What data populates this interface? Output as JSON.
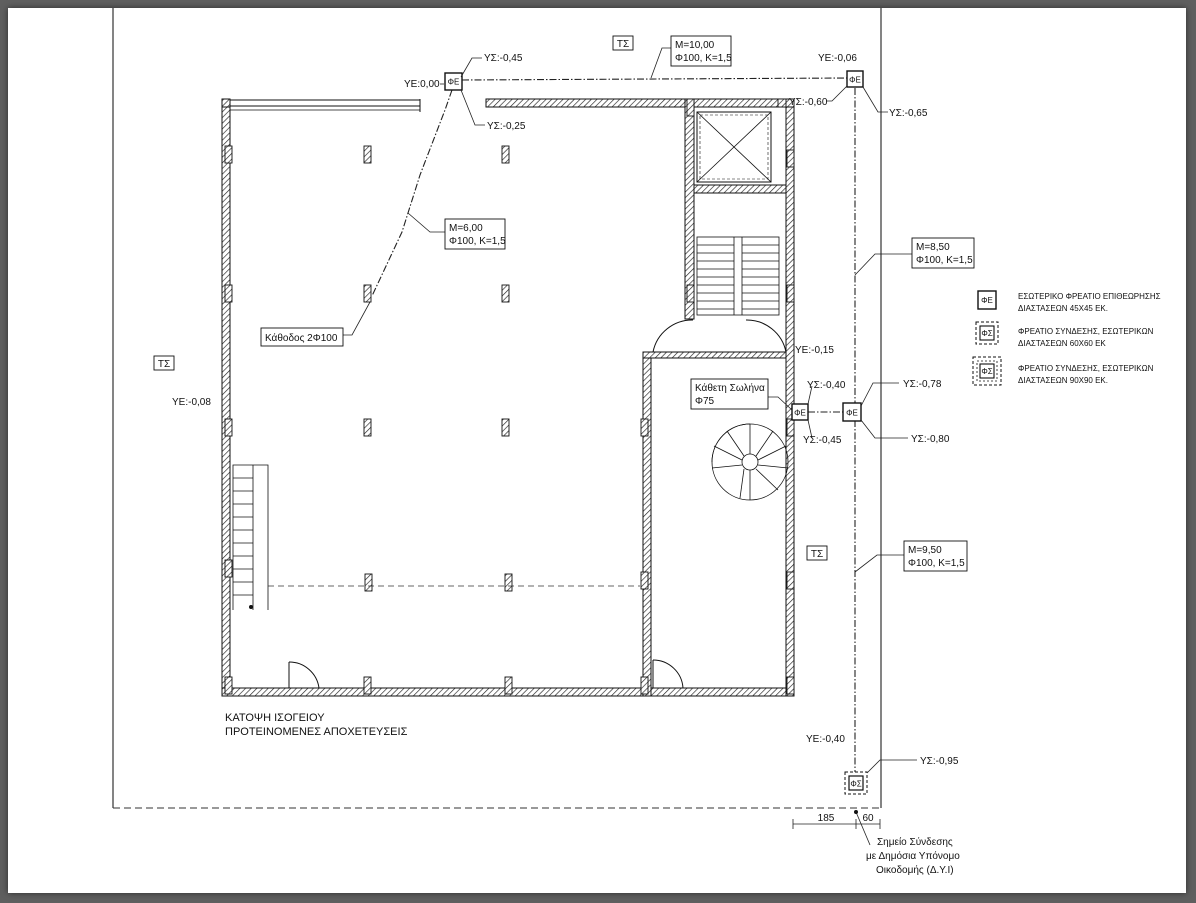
{
  "drawing": {
    "title_line1": "ΚΑΤΟΨΗ ΙΣΟΓΕΙΟΥ",
    "title_line2": "ΠΡΟΤΕΙΝΟΜΕΝΕΣ ΑΠΟΧΕΤΕΥΣΕΙΣ"
  },
  "symbols": {
    "inspection_chamber": "ΦΕ",
    "connection_chamber": "ΦΣ",
    "terrain": "ΤΣ"
  },
  "elevations": {
    "ye_000": "ΥΕ:0,00",
    "ys_045_top": "ΥΣ:-0,45",
    "ys_025": "ΥΣ:-0,25",
    "ye_006": "ΥΕ:-0,06",
    "ys_060": "ΥΣ:-0,60",
    "ys_065": "ΥΣ:-0,65",
    "ye_015": "ΥΕ:-0,15",
    "ys_040": "ΥΣ:-0,40",
    "ys_078": "ΥΣ:-0,78",
    "ys_045_mid": "ΥΣ:-0,45",
    "ys_080": "ΥΣ:-0,80",
    "ye_008": "ΥΕ:-0,08",
    "ye_040": "ΥΕ:-0,40",
    "ys_095": "ΥΣ:-0,95"
  },
  "pipe_labels": {
    "top_run": {
      "line1": "M=10,00",
      "line2": "Φ100, K=1,5"
    },
    "diagonal_run": {
      "line1": "M=6,00",
      "line2": "Φ100, K=1,5"
    },
    "right_upper": {
      "line1": "M=8,50",
      "line2": "Φ100, K=1,5"
    },
    "right_lower": {
      "line1": "M=9,50",
      "line2": "Φ100, K=1,5"
    },
    "downpipe": "Κάθοδος 2Φ100",
    "vertical_pipe": {
      "line1": "Κάθετη Σωλήνα",
      "line2": "Φ75"
    }
  },
  "dimensions": {
    "left": "185",
    "right": "60"
  },
  "connection_note": {
    "line1": "Σημείο Σύνδεσης",
    "line2": "με Δημόσια Υπόνομο",
    "line3": "Οικοδομής (Δ.Υ.Ι)"
  },
  "legend": [
    {
      "symbol": "ΦΕ",
      "line1": "ΕΣΩΤΕΡΙΚΟ ΦΡΕΑΤΙΟ ΕΠΙΘΕΩΡΗΣΗΣ",
      "line2": "ΔΙΑΣΤΑΣΕΩΝ 45Χ45 ΕΚ."
    },
    {
      "symbol": "ΦΣ",
      "line1": "ΦΡΕΑΤΙΟ ΣΥΝΔΕΣΗΣ, ΕΣΩΤΕΡΙΚΩΝ",
      "line2": "ΔΙΑΣΤΑΣΕΩΝ 60Χ60 ΕΚ"
    },
    {
      "symbol": "ΦΣ",
      "line1": "ΦΡΕΑΤΙΟ ΣΥΝΔΕΣΗΣ, ΕΣΩΤΕΡΙΚΩΝ",
      "line2": "ΔΙΑΣΤΑΣΕΩΝ 90Χ90 ΕΚ."
    }
  ]
}
